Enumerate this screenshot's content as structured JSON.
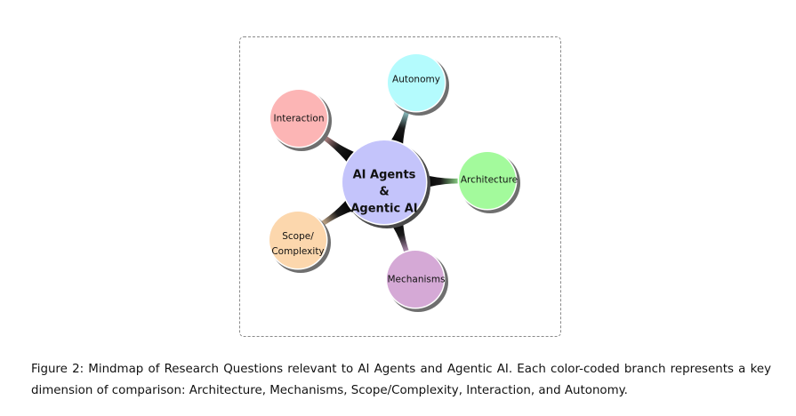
{
  "diagram": {
    "center": {
      "line1": "AI Agents",
      "line2": "&",
      "line3": "Agentic AI",
      "color": "#c4c4fb"
    },
    "branches": [
      {
        "id": "autonomy",
        "label_line1": "Autonomy",
        "label_line2": "",
        "color": "#b4fbfd"
      },
      {
        "id": "architecture",
        "label_line1": "Architecture",
        "label_line2": "",
        "color": "#a3fa9c"
      },
      {
        "id": "mechanisms",
        "label_line1": "Mechanisms",
        "label_line2": "",
        "color": "#d5a9d6"
      },
      {
        "id": "scope",
        "label_line1": "Scope/",
        "label_line2": "Complexity",
        "color": "#fcd7ad"
      },
      {
        "id": "interaction",
        "label_line1": "Interaction",
        "label_line2": "",
        "color": "#fcb5b5"
      }
    ]
  },
  "caption": {
    "prefix": "Figure 2:",
    "text": " Mindmap of Research Questions relevant to AI Agents and Agentic AI. Each color-coded branch represents a key dimension of comparison: Architecture, Mechanisms, Scope/Complexity, Interaction, and Autonomy."
  }
}
